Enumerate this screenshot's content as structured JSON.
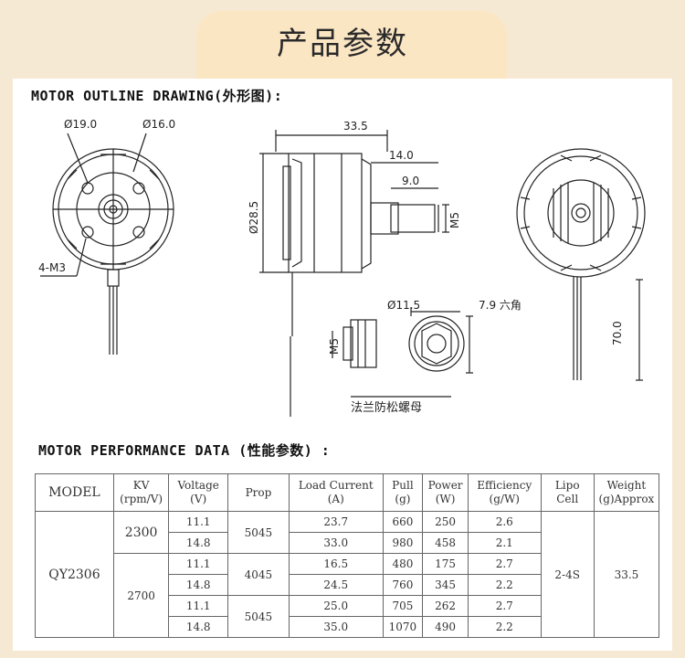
{
  "header": {
    "title": "产品参数"
  },
  "outline": {
    "title": "MOTOR OUTLINE DRAWING(外形图):",
    "dims": {
      "d19": "Ø19.0",
      "d16": "Ø16.0",
      "m3": "4-M3",
      "len": "33.5",
      "shaft_len": "14.0",
      "shaft_tip": "9.0",
      "dia": "Ø28.5",
      "m5": "M5",
      "nut_d": "Ø11.5",
      "nut_hex": "7.9 六角",
      "nut_m5": "M5",
      "wire_len": "70.0",
      "nut_label": "法兰防松螺母"
    }
  },
  "performance": {
    "title": "MOTOR PERFORMANCE DATA (性能参数) :",
    "headers": {
      "model": "MODEL",
      "kv_1": "KV",
      "kv_2": "(rpm/V)",
      "volt_1": "Voltage",
      "volt_2": "(V)",
      "prop": "Prop",
      "load_1": "Load Current",
      "load_2": "(A)",
      "pull_1": "Pull",
      "pull_2": "(g)",
      "power_1": "Power",
      "power_2": "(W)",
      "eff_1": "Efficiency",
      "eff_2": "(g/W)",
      "lipo_1": "Lipo",
      "lipo_2": "Cell",
      "weight_1": "Weight",
      "weight_2": "(g)Approx"
    },
    "model": "QY2306",
    "lipo": "2-4S",
    "weight": "33.5",
    "groups": [
      {
        "kv": "2300",
        "rows": [
          {
            "voltage": "11.1",
            "prop": "5045",
            "current": "23.7",
            "pull": "660",
            "power": "250",
            "eff": "2.6"
          },
          {
            "voltage": "14.8",
            "current": "33.0",
            "pull": "980",
            "power": "458",
            "eff": "2.1"
          }
        ]
      },
      {
        "kv": "2700",
        "rows": [
          {
            "voltage": "11.1",
            "prop": "4045",
            "current": "16.5",
            "pull": "480",
            "power": "175",
            "eff": "2.7"
          },
          {
            "voltage": "14.8",
            "current": "24.5",
            "pull": "760",
            "power": "345",
            "eff": "2.2"
          },
          {
            "voltage": "11.1",
            "prop": "5045",
            "current": "25.0",
            "pull": "705",
            "power": "262",
            "eff": "2.7"
          },
          {
            "voltage": "14.8",
            "current": "35.0",
            "pull": "1070",
            "power": "490",
            "eff": "2.2"
          }
        ]
      }
    ]
  }
}
